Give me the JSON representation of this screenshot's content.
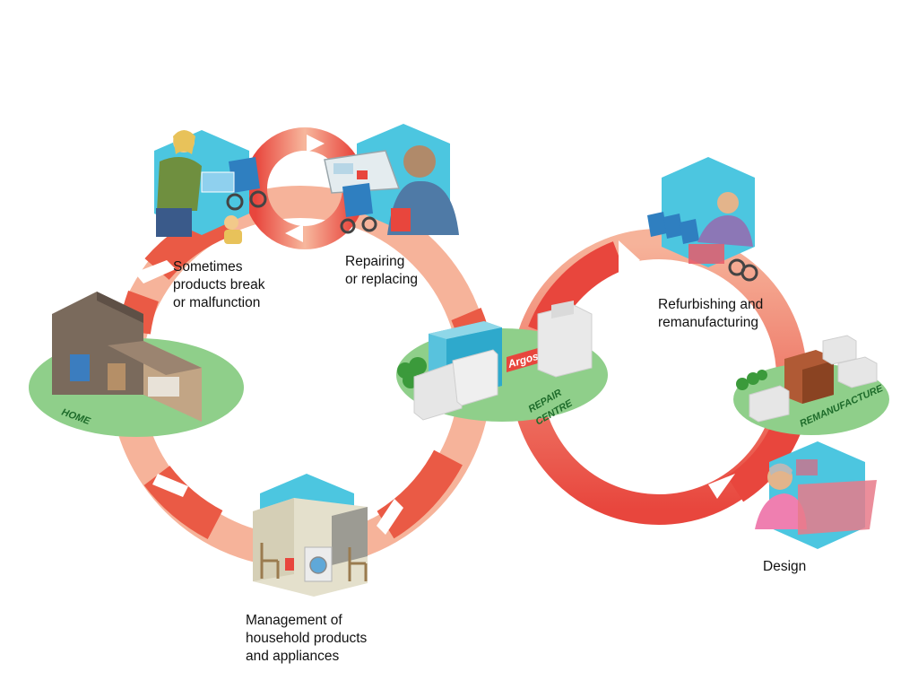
{
  "captions": {
    "break": "Sometimes\nproducts break\nor malfunction",
    "repair": "Repairing\nor replacing",
    "refurbish": "Refurbishing and\nremanufacturing",
    "design": "Design",
    "management": "Management of\nhousehold products\nand appliances"
  },
  "hubs": {
    "home": "HOME",
    "repair_centre_line1": "REPAIR",
    "repair_centre_line2": "CENTRE",
    "remanufacture": "REMANUFACTURE"
  },
  "store_brand": "Argos",
  "colors": {
    "arrow_dark": "#e8463d",
    "arrow_light": "#f6b39a",
    "hexagon": "#4cc6e0",
    "ground": "#8fcf8a",
    "ground_label": "#1d6b2a"
  }
}
